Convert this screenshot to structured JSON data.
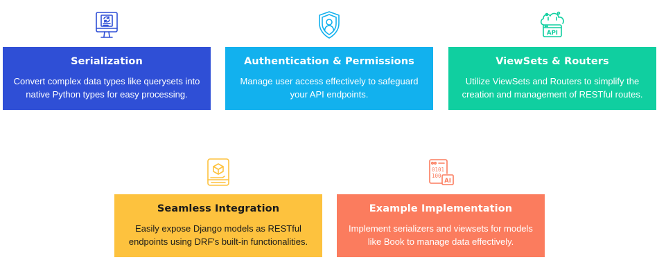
{
  "colors": {
    "serialization": "#2F4FD6",
    "auth": "#12B1EE",
    "viewsets": "#10CFA0",
    "integration": "#FDC23E",
    "example": "#FB7C5E"
  },
  "cards": [
    {
      "title": "Serialization",
      "line1": "Convert complex data types like querysets into",
      "line2": "native Python types for easy processing.",
      "icon": "monitor-refresh-document-icon"
    },
    {
      "title": "Authentication & Permissions",
      "line1": "Manage user access effectively to safeguard",
      "line2": "your API endpoints.",
      "icon": "shield-user-icon"
    },
    {
      "title": "ViewSets & Routers",
      "line1": "Utilize ViewSets and Routers to simplify the",
      "line2": "creation and management of RESTful routes.",
      "icon": "cloud-api-icon",
      "icon_text": "API"
    },
    {
      "title": "Seamless Integration",
      "line1": "Easily expose Django models as RESTful",
      "line2": "endpoints using DRF's built-in functionalities.",
      "icon": "tablet-cube-pen-icon"
    },
    {
      "title": "Example Implementation",
      "line1": "Implement serializers and viewsets for models",
      "line2": "like Book to manage data effectively.",
      "icon": "binary-code-ai-icon",
      "icon_text": "AI",
      "icon_bits": [
        "0101",
        "100"
      ]
    }
  ]
}
